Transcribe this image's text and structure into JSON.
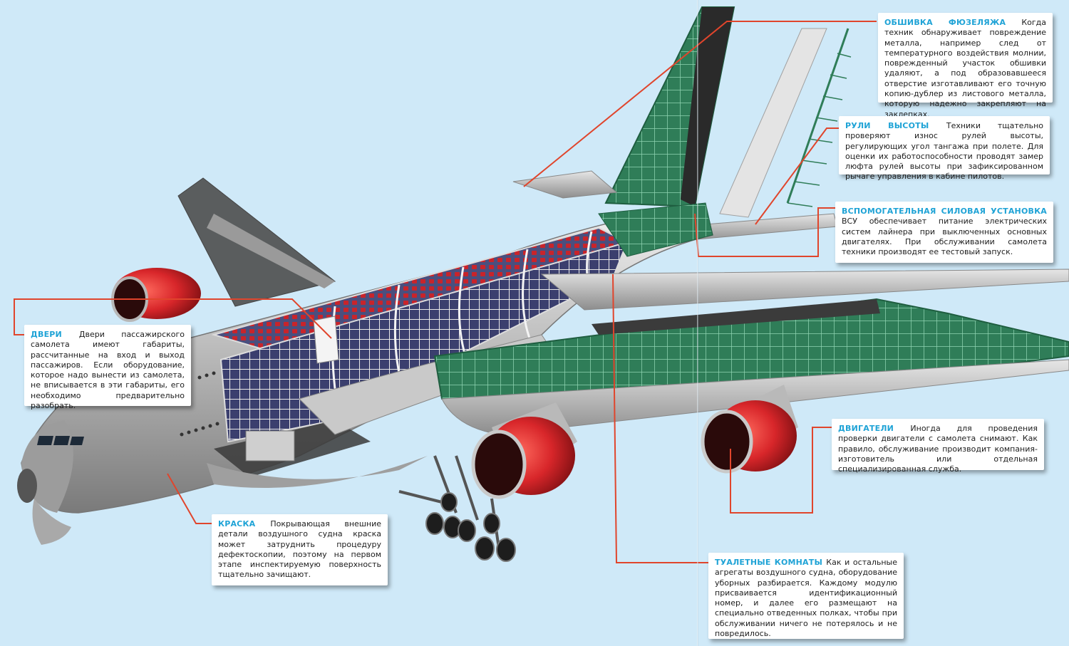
{
  "callouts": {
    "skin": {
      "title": "ОБШИВКА ФЮЗЕЛЯЖА",
      "text": "Когда техник обнаруживает повреждение металла, например след от температурного воздействия молнии, поврежденный участок обшивки удаляют, а под образовавшееся отверстие изготавливают его точную копию-дублер из листового металла, которую надежно закрепляют на заклепках."
    },
    "elevators": {
      "title": "РУЛИ ВЫСОТЫ",
      "text": "Техники тщательно проверяют износ рулей высоты, регулирующих угол тангажа при полете. Для оценки их работоспособности проводят замер люфта рулей высоты при зафиксированном рычаге управления в кабине пилотов."
    },
    "apu": {
      "title": "ВСПОМОГАТЕЛЬНАЯ СИЛОВАЯ УСТАНОВКА",
      "text": "ВСУ обеспечивает питание электрических систем лайнера при выключенных основных двигателях. При обслуживании самолета техники производят ее тестовый запуск."
    },
    "doors": {
      "title": "ДВЕРИ",
      "text": "Двери пассажирского самолета имеют габариты, рассчитанные на вход и выход пассажиров. Если оборудование, которое надо вынести из самолета, не вписывается в эти габариты, его необходимо предварительно разобрать."
    },
    "engines": {
      "title": "ДВИГАТЕЛИ",
      "text": "Иногда для проведения проверки двигатели с самолета снимают. Как правило, обслуживание производит компания-изготовитель или отдельная специализированная служба."
    },
    "paint": {
      "title": "КРАСКА",
      "text": "Покрывающая внешние детали воздушного судна краска может затруднить процедуру дефектоскопии, поэтому на первом этапе инспектируемую поверхность тщательно зачищают."
    },
    "toilets": {
      "title": "ТУАЛЕТНЫЕ КОМНАТЫ",
      "text": "Как и остальные агрегаты воздушного судна, оборудование уборных разбирается. Каждому модулю присваивается идентификационный номер, и далее его размещают на специально отведенных полках, чтобы при обслуживании ничего не потерялось и не повредилось."
    }
  },
  "colors": {
    "background": "#cfe9f8",
    "heading": "#1fa3d6",
    "leader": "#e0452c",
    "engine": "#d8262a",
    "structure": "#3f9a6e",
    "seats": "#c8242b"
  }
}
